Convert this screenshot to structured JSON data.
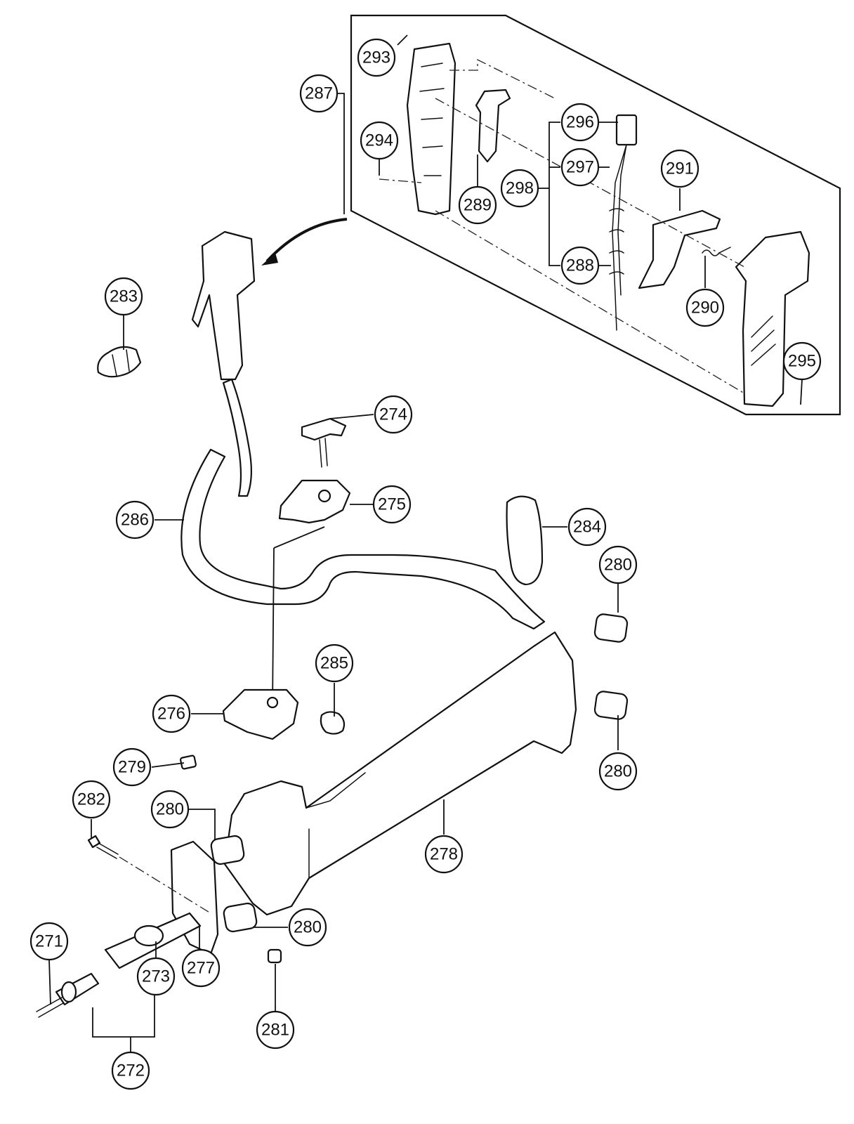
{
  "callouts": [
    {
      "id": "p271",
      "label": "271"
    },
    {
      "id": "p272",
      "label": "272"
    },
    {
      "id": "p273",
      "label": "273"
    },
    {
      "id": "p274",
      "label": "274"
    },
    {
      "id": "p275",
      "label": "275"
    },
    {
      "id": "p276",
      "label": "276"
    },
    {
      "id": "p277",
      "label": "277"
    },
    {
      "id": "p278",
      "label": "278"
    },
    {
      "id": "p279",
      "label": "279"
    },
    {
      "id": "p280a",
      "label": "280"
    },
    {
      "id": "p280b",
      "label": "280"
    },
    {
      "id": "p280c",
      "label": "280"
    },
    {
      "id": "p280d",
      "label": "280"
    },
    {
      "id": "p281",
      "label": "281"
    },
    {
      "id": "p282",
      "label": "282"
    },
    {
      "id": "p283",
      "label": "283"
    },
    {
      "id": "p284",
      "label": "284"
    },
    {
      "id": "p285",
      "label": "285"
    },
    {
      "id": "p286",
      "label": "286"
    },
    {
      "id": "p287",
      "label": "287"
    },
    {
      "id": "p288",
      "label": "288"
    },
    {
      "id": "p289",
      "label": "289"
    },
    {
      "id": "p290",
      "label": "290"
    },
    {
      "id": "p291",
      "label": "291"
    },
    {
      "id": "p293",
      "label": "293"
    },
    {
      "id": "p294",
      "label": "294"
    },
    {
      "id": "p295",
      "label": "295"
    },
    {
      "id": "p296",
      "label": "296"
    },
    {
      "id": "p297",
      "label": "297"
    },
    {
      "id": "p298",
      "label": "298"
    }
  ]
}
